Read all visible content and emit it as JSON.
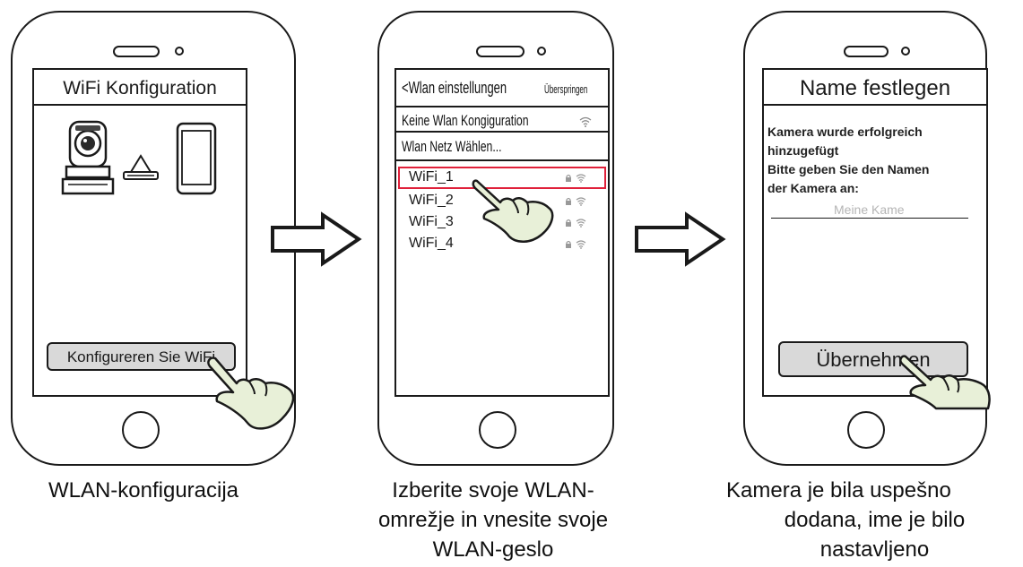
{
  "phone1": {
    "title": "WiFi Konfiguration",
    "button_label": "Konfigureren Sie WiFi",
    "caption": "WLAN-konfiguracija"
  },
  "phone2": {
    "back_label": "<Wlan einstellungen",
    "skip_label": "Überspringen",
    "menu_items": [
      "Keine Wlan Kongiguration",
      "Wlan Netz Wählen..."
    ],
    "networks": [
      {
        "name": "WiFi_1",
        "selected": true
      },
      {
        "name": "WiFi_2",
        "selected": false
      },
      {
        "name": "WiFi_3",
        "selected": false
      },
      {
        "name": "WiFi_4",
        "selected": false
      }
    ],
    "caption_lines": [
      "Izberite svoje WLAN-",
      "omrežje in vnesite svoje",
      "WLAN-geslo"
    ]
  },
  "phone3": {
    "title": "Name festlegen",
    "message_lines": [
      "Kamera wurde erfolgreich",
      "hinzugefügt",
      "Bitte geben Sie den Namen",
      "der Kamera an:"
    ],
    "name_placeholder": "Meine Kame",
    "button_label": "Übernehmen",
    "caption_lines": [
      "Kamera je bila uspešno",
      "dodana, ime je bilo",
      "nastavljeno"
    ]
  },
  "colors": {
    "outline": "#1a1a1a",
    "highlight": "#e0203a",
    "hand_fill": "#e8f0d8",
    "button_fill": "#d9d9d9",
    "placeholder": "#b5b5b5"
  },
  "icons": [
    "lock-icon",
    "wifi-icon",
    "hand-pointer-icon",
    "arrow-right-icon",
    "camera-icon",
    "router-icon",
    "phone-icon",
    "home-button-icon"
  ]
}
